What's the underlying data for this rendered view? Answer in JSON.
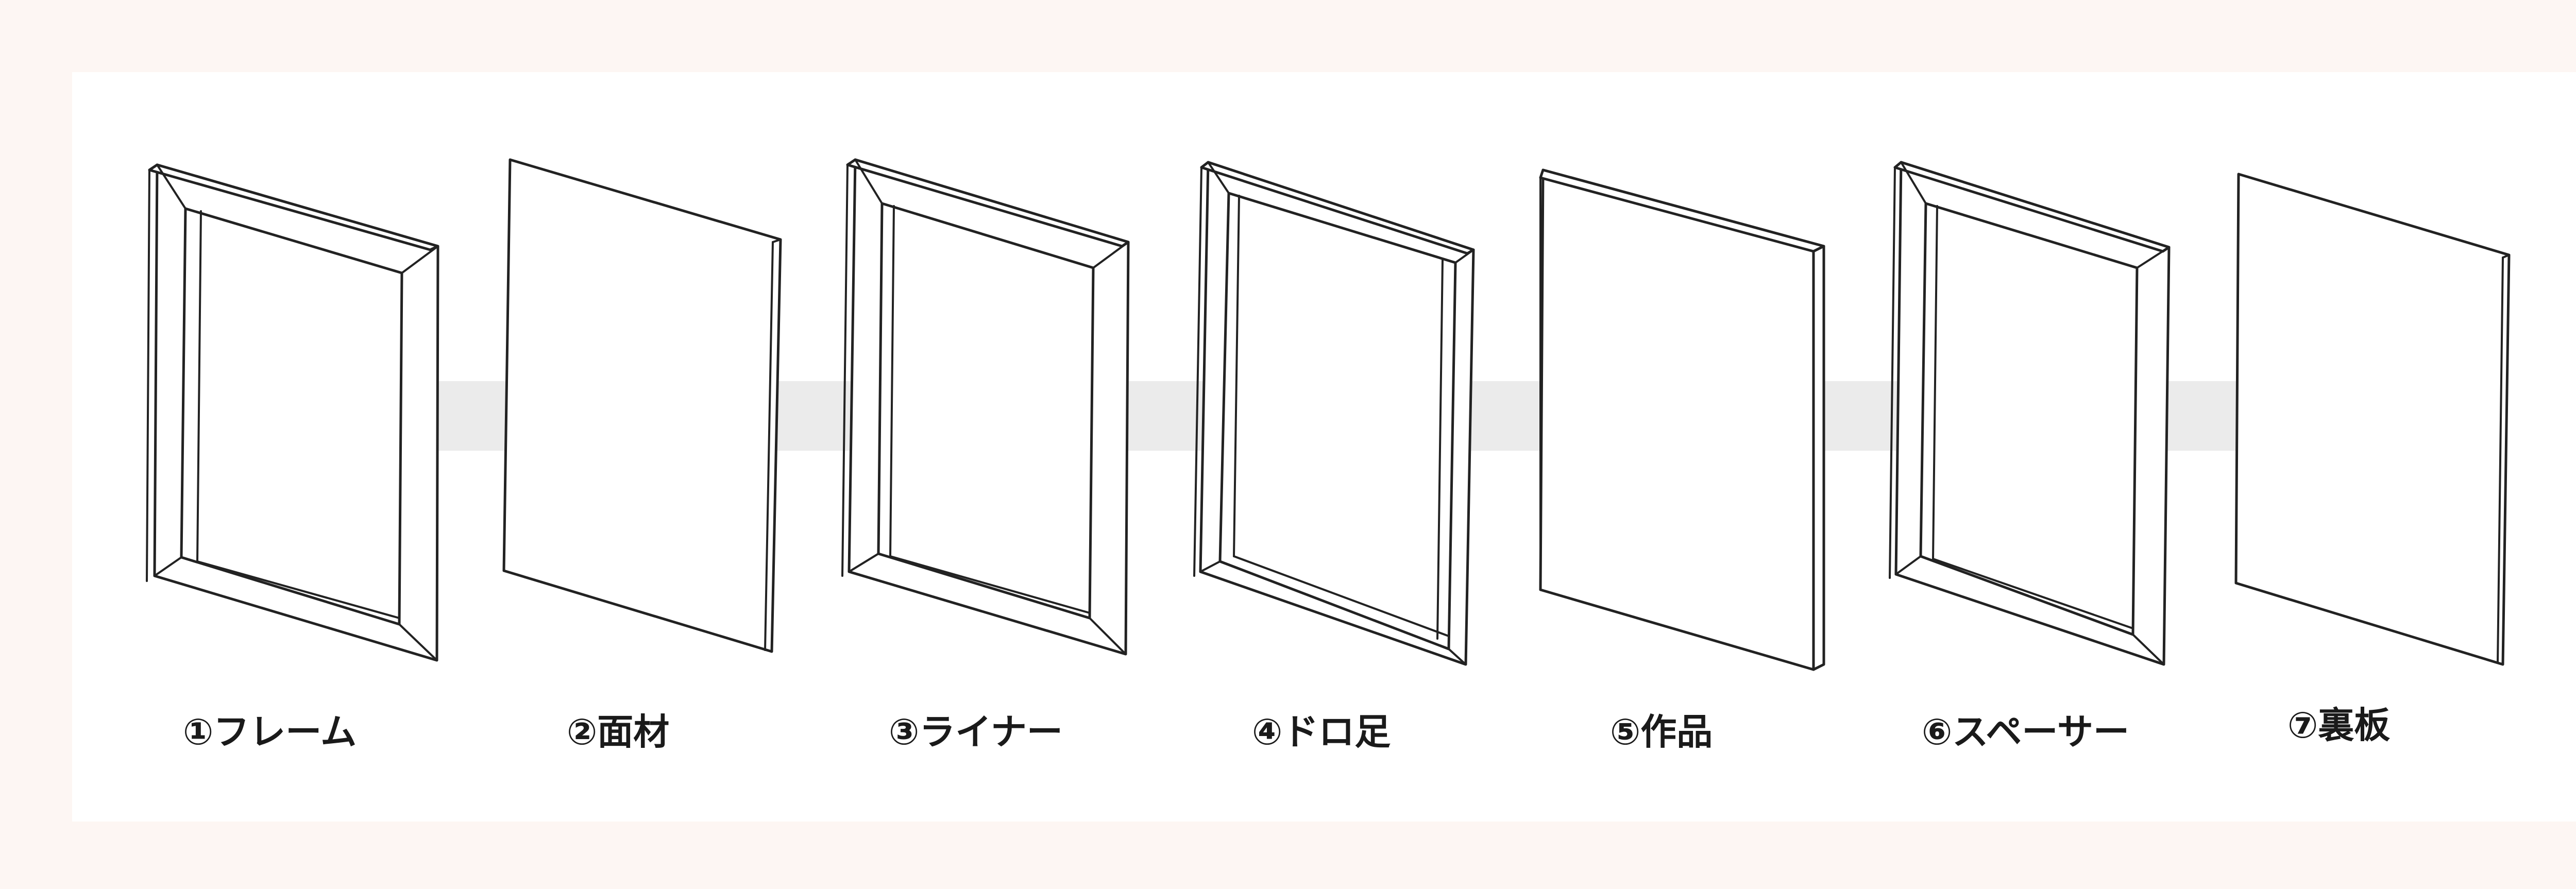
{
  "diagram": {
    "arrow_color": "#ebebeb",
    "line_color": "#222222",
    "parts": [
      {
        "id": "frame",
        "label": "①フレーム",
        "kind": "frame"
      },
      {
        "id": "face-material",
        "label": "②面材",
        "kind": "panel"
      },
      {
        "id": "liner",
        "label": "③ライナー",
        "kind": "frame"
      },
      {
        "id": "doro-ashi",
        "label": "④ドロ足",
        "kind": "frame"
      },
      {
        "id": "artwork",
        "label": "⑤作品",
        "kind": "slab"
      },
      {
        "id": "spacer",
        "label": "⑥スペーサー",
        "kind": "frame"
      },
      {
        "id": "back-board",
        "label": "⑦裏板",
        "kind": "panel"
      }
    ]
  }
}
